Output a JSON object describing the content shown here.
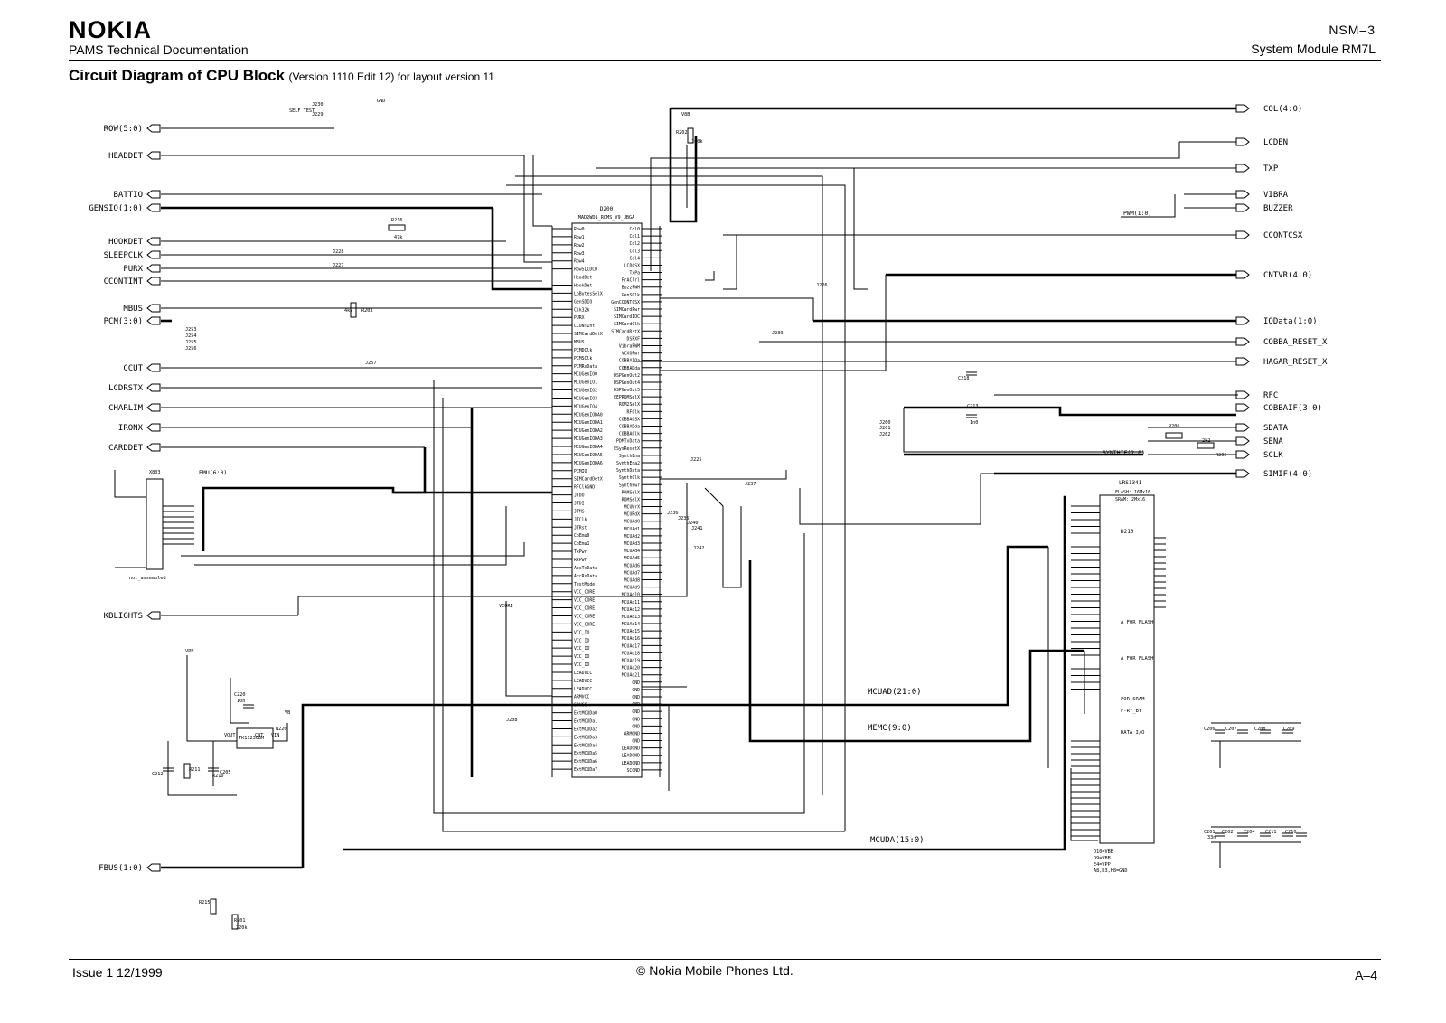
{
  "header": {
    "logo": "NOKIA",
    "subtitle": "PAMS Technical Documentation",
    "model": "NSM–3",
    "module": "System Module RM7L"
  },
  "title": {
    "main": "Circuit Diagram of CPU Block",
    "detail": "(Version 1110  Edit 12) for layout version 11"
  },
  "footer": {
    "issue": "Issue 1  12/1999",
    "copyright": "© Nokia Mobile Phones Ltd.",
    "page": "A–4"
  },
  "left_ports": [
    "ROW(5:0)",
    "HEADDET",
    "BATTIO",
    "GENSIO(1:0)",
    "HOOKDET",
    "SLEEPCLK",
    "PURX",
    "CCONTINT",
    "MBUS",
    "PCM(3:0)",
    "CCUT",
    "LCDRSTX",
    "CHARLIM",
    "IRONX",
    "CARDDET",
    "KBLIGHTS",
    "FBUS(1:0)"
  ],
  "right_ports": [
    "COL(4:0)",
    "LCDEN",
    "TXP",
    "VIBRA",
    "BUZZER",
    "CCONTCSX",
    "CNTVR(4:0)",
    "IQData(1:0)",
    "COBBA_RESET_X",
    "HAGAR_RESET_X",
    "RFC",
    "COBBAIF(3:0)",
    "SDATA",
    "SENA",
    "SCLK",
    "SIMIF(4:0)"
  ],
  "cpu": {
    "ref": "D200",
    "part": "MAD2WD1_ROMS_V9_UBGA",
    "left_pins": [
      "Row0",
      "Row1",
      "Row2",
      "Row3",
      "Row4",
      "Row5LCDCD",
      "HeadDet",
      "HookDet",
      "LoBytesSelX",
      "GenSDIO",
      "Clk32k",
      "PURX",
      "CCONTInt",
      "SIMCardDetX",
      "MBUS",
      "PCMDClk",
      "PCMSClk",
      "PCMRxData",
      "MCUGenIO0",
      "MCUGenIO1",
      "MCUGenIO2",
      "MCUGenIO3",
      "MCUGenIO4",
      "MCUGenIODA0",
      "MCUGenIODA1",
      "MCUGenIODA2",
      "MCUGenIODA3",
      "MCUGenIODA4",
      "MCUGenIODA5",
      "MCUGenIODA6",
      "PCMIO",
      "SIMCardDetX",
      "RFClkGND",
      "JTDO",
      "JTDI",
      "JTMS",
      "JTClk",
      "JTRst",
      "CoEmu0",
      "CoEmu1",
      "TxPwr",
      "RxPwr",
      "AccTxData",
      "AccRxData",
      "TestMode",
      "VCC_CORE",
      "VCC_CORE",
      "VCC_CORE",
      "VCC_CORE",
      "VCC_CORE",
      "VCC_IO",
      "VCC_IO",
      "VCC_IO",
      "VCC_IO",
      "VCC_IO",
      "LEADVCC",
      "LEADVCC",
      "LEADVCC",
      "ARMVCC",
      "SDVCC",
      "ExtMCUDa0",
      "ExtMCUDa1",
      "ExtMCUDa2",
      "ExtMCUDa3",
      "ExtMCUDa4",
      "ExtMCUDa5",
      "ExtMCUDa6",
      "ExtMCUDa7"
    ],
    "right_pins": [
      "Col0",
      "Col1",
      "Col2",
      "Col3",
      "Col4",
      "LCDCSX",
      "TxPa",
      "FrAClrl",
      "BuzzPWM",
      "GenSClk",
      "GenCCONTCSX",
      "SIMCardPwr",
      "SIMCardIOC",
      "SIMCardClk",
      "SIMCardRstX",
      "DSPXF",
      "VibraPWM",
      "VCXOPwr",
      "COBBAIOa",
      "COBBADda",
      "DSPGenOut2",
      "DSPGenOut4",
      "DSPGenOut5",
      "EEPROMSelX",
      "ROM2SelX",
      "RFClk",
      "COBBACSX",
      "COBBADda",
      "COBBAClk",
      "PDMTxData",
      "ESysResetX",
      "SynthEna",
      "SynthEna2",
      "SynthData",
      "SynthClk",
      "SynthPwr",
      "RAMSelX",
      "ROMSelX",
      "MCUWrX",
      "MCURdX",
      "MCUAd0",
      "MCUAd1",
      "MCUAd2",
      "MCUAd3",
      "MCUAd4",
      "MCUAd5",
      "MCUAd6",
      "MCUAd7",
      "MCUAd8",
      "MCUAd9",
      "MCUAd10",
      "MCUAd11",
      "MCUAd12",
      "MCUAd13",
      "MCUAd14",
      "MCUAd15",
      "MCUAd16",
      "MCUAd17",
      "MCUAd18",
      "MCUAd19",
      "MCUAd20",
      "MCUAd21",
      "GND",
      "GND",
      "GND",
      "GND",
      "GND",
      "GND",
      "GND",
      "ARMGND",
      "GND",
      "LEADGND",
      "LEADGND",
      "LEADGND",
      "SCGND"
    ]
  },
  "flash": {
    "ref": "D210",
    "part": "LRS1341",
    "desc1": "FLASH: 16Mx16",
    "desc2": "SRAM: 2Mx16",
    "labels": [
      "A FOR FLASH",
      "A FOR FLASH",
      "FOR SRAM",
      "F-RY_BY",
      "DATA I/O"
    ],
    "notes": [
      "D10=VBB",
      "D9=VBB",
      "E4=VPP",
      "A8,D3,H8=GND"
    ]
  },
  "buses": [
    "MCUAD(21:0)",
    "MEMC(9:0)",
    "MCUDA(15:0)",
    "PWM(1:0)",
    "SYNTHIF(2:0)",
    "EMU(6:0)"
  ],
  "labels": [
    "J230",
    "J229",
    "GND",
    "SELF TEST",
    "V8B",
    "R202",
    "100k",
    "R216",
    "47k",
    "J228",
    "J227",
    "4k7",
    "R203",
    "J253",
    "J254",
    "J255",
    "J256",
    "J257",
    "J239",
    "J225",
    "J237",
    "J236",
    "J235",
    "J240",
    "J241",
    "J242",
    "J226",
    "J260",
    "J261",
    "J262",
    "C218",
    "C213",
    "1n0",
    "R206",
    "2k2",
    "R205",
    "X803",
    "not_assembled",
    "VCORE",
    "VPP",
    "N220",
    "TK11230BM",
    "C220",
    "10n",
    "R211",
    "C212",
    "C205",
    "VB",
    "VOUT",
    "CNT",
    "VIN",
    "J208",
    "R215",
    "R201",
    "220k",
    "C206",
    "C207",
    "C208",
    "C209",
    "C201",
    "C202",
    "C204",
    "C211",
    "C210",
    "33n",
    "R210"
  ]
}
